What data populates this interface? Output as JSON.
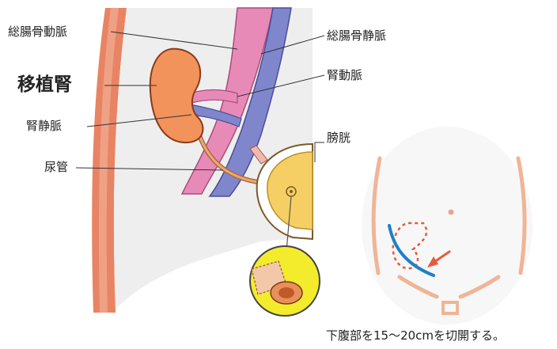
{
  "labels": {
    "common_iliac_artery": "総腸骨動脈",
    "transplanted_kidney": "移植腎",
    "renal_vein": "腎静脈",
    "ureter": "尿管",
    "common_iliac_vein": "総腸骨静脈",
    "renal_artery": "腎動脈",
    "bladder": "膀胱"
  },
  "caption": "下腹部を15～20cmを切開する。",
  "colors": {
    "kidney": "#f2935c",
    "kidney_outline": "#8a3a1a",
    "artery": "#e88ab8",
    "vein": "#7f86cc",
    "body_wall": "#d96a50",
    "bladder": "#f5cf63",
    "magnifier": "#f3ec2c",
    "incision": "#1f7fc8",
    "incision_marker": "#e55b3c"
  }
}
